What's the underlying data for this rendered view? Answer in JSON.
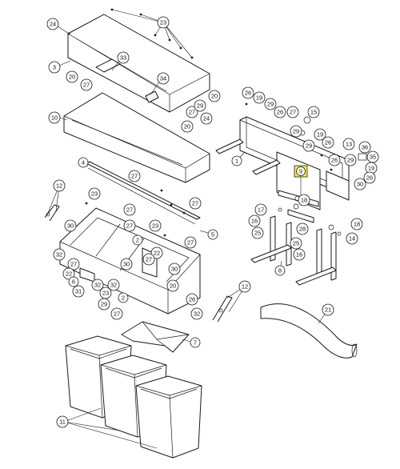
{
  "diagram": {
    "callouts": [
      "24",
      "23",
      "3",
      "33",
      "20",
      "27",
      "34",
      "10",
      "20",
      "27",
      "24",
      "20",
      "4",
      "27",
      "12",
      "23",
      "27",
      "27",
      "2",
      "30",
      "23",
      "27",
      "32",
      "27",
      "30",
      "27",
      "22",
      "6",
      "32",
      "31",
      "32",
      "23",
      "29",
      "2",
      "27",
      "30",
      "22",
      "20",
      "27",
      "26",
      "32",
      "26",
      "29",
      "19",
      "27",
      "26",
      "15",
      "1",
      "29",
      "29",
      "19",
      "13",
      "26",
      "36",
      "26",
      "35",
      "9",
      "19",
      "29",
      "30",
      "26",
      "17",
      "16",
      "28",
      "18",
      "25",
      "18",
      "14",
      "5",
      "8",
      "25",
      "16",
      "12",
      "21",
      "11",
      "7",
      "29",
      "28"
    ],
    "highlight_color": "#ffeb3b",
    "highlighted_callout": "9"
  }
}
